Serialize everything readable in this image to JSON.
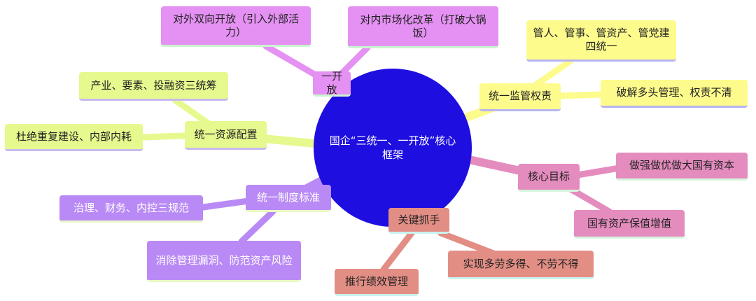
{
  "center": {
    "label": "国企“三统一、一开放”核心框架"
  },
  "branches": {
    "open": {
      "label": "一开放",
      "children": [
        "对外双向开放（引入外部活力）",
        "对内市场化改革（打破大锅饭）"
      ]
    },
    "supervision": {
      "label": "统一监管权责",
      "children": [
        "管人、管事、管资产、管党建四统一",
        "破解多头管理、权责不清"
      ]
    },
    "resources": {
      "label": "统一资源配置",
      "children": [
        "产业、要素、投融资三统筹",
        "杜绝重复建设、内部内耗"
      ]
    },
    "standards": {
      "label": "统一制度标准",
      "children": [
        "治理、财务、内控三规范",
        "消除管理漏洞、防范资产风险"
      ]
    },
    "levers": {
      "label": "关键抓手",
      "children": [
        "推行绩效管理",
        "实现多劳多得、不劳不得"
      ]
    },
    "goals": {
      "label": "核心目标",
      "children": [
        "做强做优做大国有资本",
        "国有资产保值增值"
      ]
    }
  },
  "colors": {
    "center": "#1f0ee0",
    "open": "#e591f3",
    "supervision": "#fdfb8c",
    "resources": "#e6f98e",
    "standards": "#b98af5",
    "levers": "#e38e85",
    "goals": "#e58cbf"
  }
}
